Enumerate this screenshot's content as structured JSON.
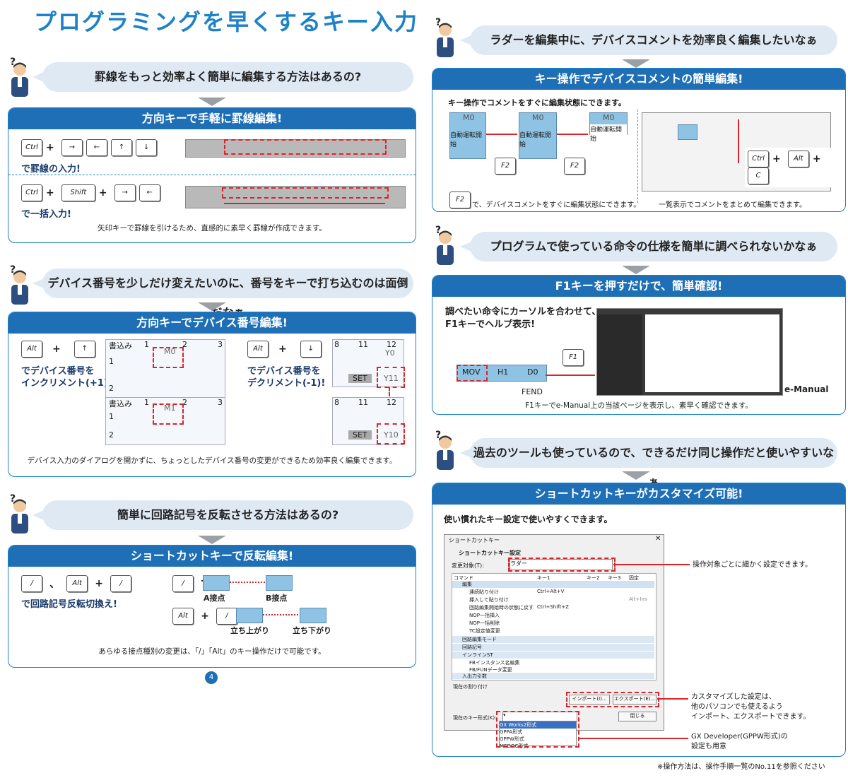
{
  "title": "プログラミングを早くするキー入力",
  "page_number": "4",
  "footnote": "※操作方法は、操作手順一覧のNo.11を参照ください",
  "left": {
    "q1": {
      "question": "罫線をもっと効率よく簡単に編集する方法はあるの?",
      "header": "方向キーで手軽に罫線編集!",
      "row1_keys": [
        "Ctrl",
        "→",
        "←",
        "↑",
        "↓"
      ],
      "row1_label": "で罫線の入力!",
      "row2_keys": [
        "Ctrl",
        "Shift",
        "→",
        "←"
      ],
      "row2_label": "で一括入力!",
      "note": "矢印キーで罫線を引けるため、直感的に素早く罫線が作成できます。"
    },
    "q2": {
      "question": "デバイス番号を少しだけ変えたいのに、番号をキーで打ち込むのは面倒だなぁ",
      "header": "方向キーでデバイス番号編集!",
      "inc_keys": [
        "Alt",
        "↑"
      ],
      "inc_label1": "でデバイス番号を",
      "inc_label2": "インクリメント(+1)!",
      "dec_keys": [
        "Alt",
        "↓"
      ],
      "dec_label1": "でデバイス番号を",
      "dec_label2": "デクリメント(-1)!",
      "grid_header": "書込み",
      "grid_cols": [
        "1",
        "2",
        "3"
      ],
      "grid_rows": [
        "1",
        "2"
      ],
      "dev_before": "M0",
      "dev_after": "M1",
      "grid2_cols": [
        "8",
        "11",
        "12"
      ],
      "set_label": "SET",
      "y_before": "Y11",
      "y_after": "Y10",
      "y_top": "Y0",
      "note": "デバイス入力のダイアログを開かずに、ちょっとしたデバイス番号の変更ができるため効率良く編集できます。"
    },
    "q3": {
      "question": "簡単に回路記号を反転させる方法はあるの?",
      "header": "ショートカットキーで反転編集!",
      "keys": [
        "/",
        "、",
        "Alt",
        "+",
        "/"
      ],
      "label": "で回路記号反転切換え!",
      "te": "で",
      "a_contact": "A接点",
      "b_contact": "B接点",
      "rise": "立ち上がり",
      "fall": "立ち下がり",
      "note": "あらゆる接点種別の変更は、「/」「Alt」のキー操作だけで可能です。"
    }
  },
  "right": {
    "q4": {
      "question": "ラダーを編集中に、デバイスコメントを効率良く編集したいなぁ",
      "header": "キー操作でデバイスコメントの簡単編集!",
      "intro": "キー操作でコメントをすぐに編集状態にできます。",
      "device": "M0",
      "comment": "自動運転開始",
      "f2": "F2",
      "keys": [
        "Ctrl",
        "Alt",
        "C"
      ],
      "caption_left": "で、デバイスコメントをすぐに編集状態にできます。",
      "caption_right": "一覧表示でコメントをまとめて編集できます。"
    },
    "q5": {
      "question": "プログラムで使っている命令の仕様を簡単に調べられないかなぁ",
      "header": "F1キーを押すだけで、簡単確認!",
      "intro1": "調べたい命令にカーソルを合わせて、",
      "intro2": "F1キーでヘルプ表示!",
      "mov": "MOV",
      "h1": "H1",
      "d0": "D0",
      "fend": "FEND",
      "f1": "F1",
      "emanual": "e-Manual",
      "note": "F1キーでe-Manual上の当該ページを表示し、素早く確認できます。"
    },
    "q6": {
      "question": "過去のツールも使っているので、できるだけ同じ操作だと使いやすいなぁ",
      "header": "ショートカットキーがカスタマイズ可能!",
      "intro": "使い慣れたキー設定で使いやすくできます。",
      "dialog_title": "ショートカットキー",
      "dialog_sub": "ショートカットキー設定",
      "target_label": "変更対象(T):",
      "target_value": "ラダー",
      "cols": [
        "コマンド",
        "キー1",
        "キー2",
        "キー3",
        "固定"
      ],
      "group_edit": "編集",
      "rows": [
        {
          "cmd": "連続貼り付け",
          "k1": "Ctrl+Alt+V",
          "fix": ""
        },
        {
          "cmd": "挿入して貼り付け",
          "k1": "",
          "fix": "Alt+Ins"
        },
        {
          "cmd": "回路編集開始時の状態に戻す",
          "k1": "Ctrl+Shift+Z",
          "fix": ""
        },
        {
          "cmd": "NOP一括挿入",
          "k1": "",
          "fix": ""
        },
        {
          "cmd": "NOP一括削除",
          "k1": "",
          "fix": ""
        },
        {
          "cmd": "TC設定値変更",
          "k1": "",
          "fix": ""
        }
      ],
      "groups": [
        "回路編集モード",
        "回路記号",
        "インラインST"
      ],
      "st_rows": [
        "FBインスタンス名編集",
        "FB/FUNデータ変更"
      ],
      "group_io": "入出力引数",
      "current_assign": "現在の割り付け",
      "import_btn": "インポート(I)...",
      "export_btn": "エクスポート(E)...",
      "keyformat_label": "現在のキー形式(K):",
      "close_btn": "閉じる",
      "formats": [
        "GX Works2形式",
        "GPPA形式",
        "GPPW形式",
        "MEDOC形式"
      ],
      "ann1": "操作対象ごとに細かく設定できます。",
      "ann2": [
        "カスタマイズした設定は、",
        "他のパソコンでも使えるよう",
        "インポート、エクスポートできます。"
      ],
      "ann3": [
        "GX Developer(GPPW形式)の",
        "設定も用意"
      ]
    }
  }
}
